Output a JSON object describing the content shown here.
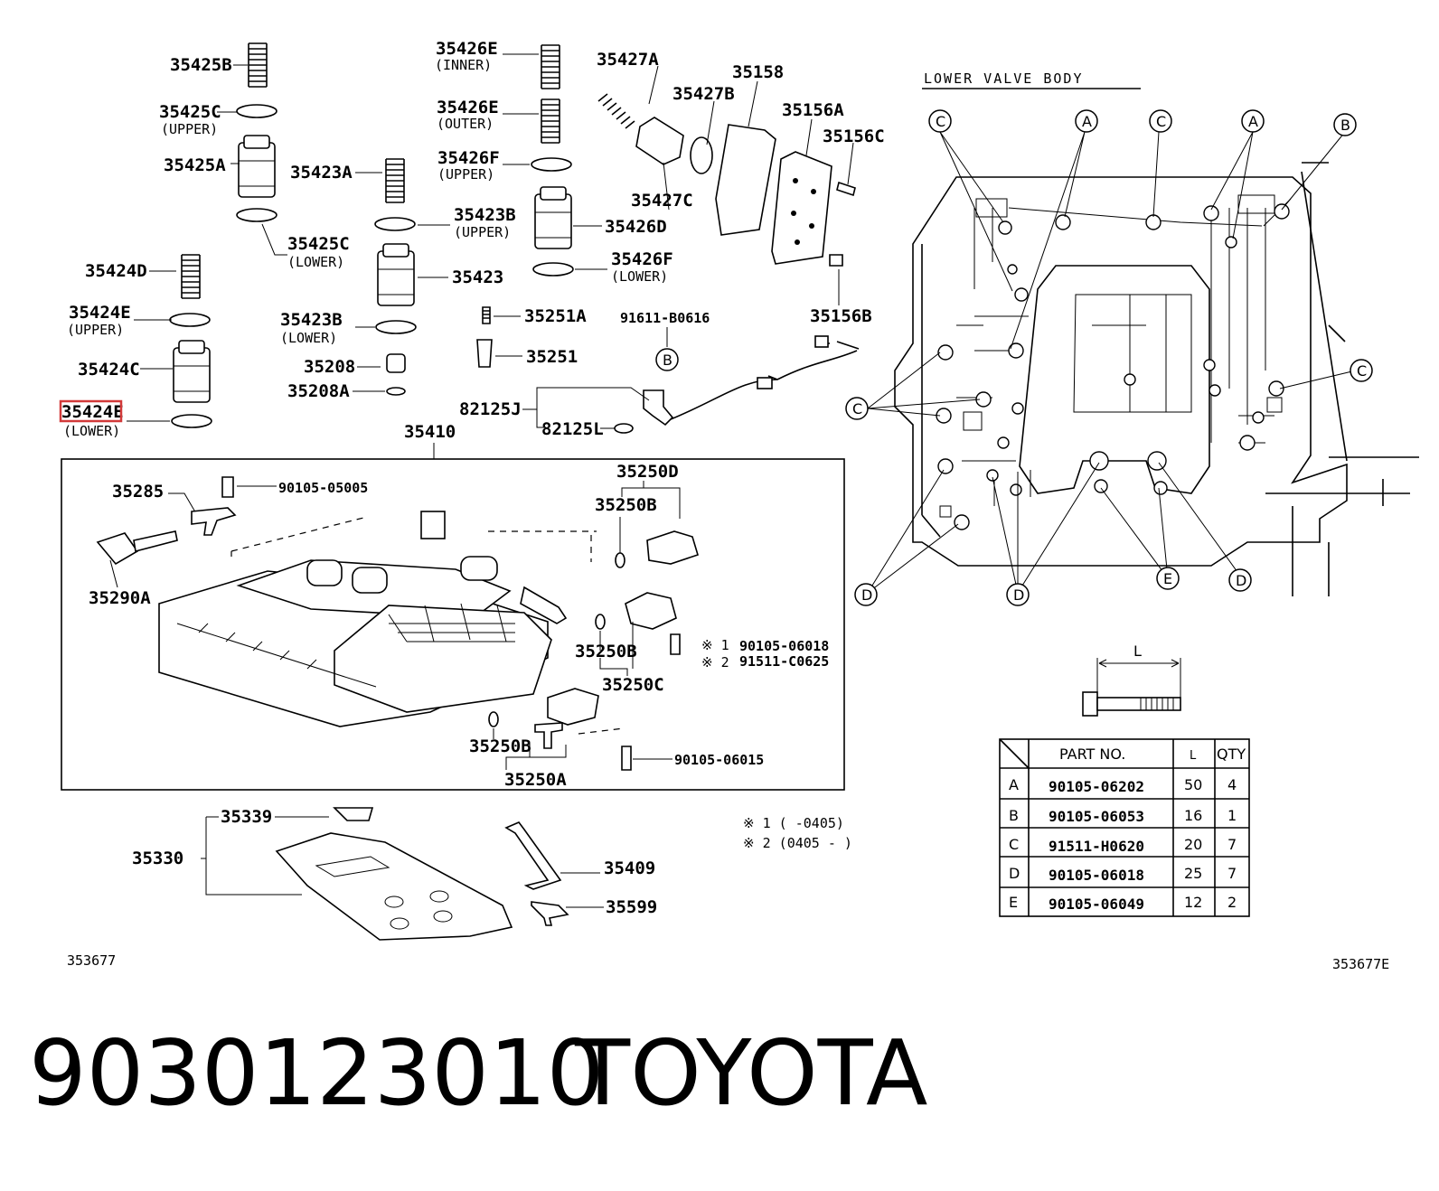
{
  "header": {
    "section_title": "LOWER VALVE BODY"
  },
  "parts": {
    "p35425B": "35425B",
    "p35425C": "35425C",
    "p35425C_sub": "(UPPER)",
    "p35425A": "35425A",
    "p35425C2": "35425C",
    "p35425C2_sub": "(LOWER)",
    "p35424D": "35424D",
    "p35424E": "35424E",
    "p35424E_sub": "(UPPER)",
    "p35424C": "35424C",
    "p35424E2": "35424E",
    "p35424E2_sub": "(LOWER)",
    "p35426E": "35426E",
    "p35426E_sub": "(INNER)",
    "p35426E2": "35426E",
    "p35426E2_sub": "(OUTER)",
    "p35426F": "35426F",
    "p35426F_sub": "(UPPER)",
    "p35423A": "35423A",
    "p35423B": "35423B",
    "p35423B_sub": "(UPPER)",
    "p35426D": "35426D",
    "p35426F2": "35426F",
    "p35426F2_sub": "(LOWER)",
    "p35423": "35423",
    "p35423B2": "35423B",
    "p35423B2_sub": "(LOWER)",
    "p35251A": "35251A",
    "p35251": "35251",
    "p35208": "35208",
    "p35208A": "35208A",
    "p35427A": "35427A",
    "p35427B": "35427B",
    "p35427C": "35427C",
    "p35158": "35158",
    "p35156A": "35156A",
    "p35156C": "35156C",
    "p35156B": "35156B",
    "p91611": "91611-B0616",
    "p82125J": "82125J",
    "p82125L": "82125L",
    "p35410": "35410",
    "p35285": "35285",
    "p90105_05005": "90105-05005",
    "p35250D": "35250D",
    "p35250B_a": "35250B",
    "p35290A": "35290A",
    "p35250B_b": "35250B",
    "p35250C": "35250C",
    "p35250B_c": "35250B",
    "p35250A": "35250A",
    "p90105_06015": "90105-06015",
    "note1_mark": "※ 1",
    "note1_part": "90105-06018",
    "note2_mark": "※ 2",
    "note2_part": "91511-C0625",
    "p35339": "35339",
    "p35330": "35330",
    "p35409": "35409",
    "p35599": "35599"
  },
  "notes": {
    "n1": "※ 1 (        -0405)",
    "n2": "※ 2 (0405 -       )"
  },
  "callouts": {
    "A": "A",
    "B": "B",
    "C": "C",
    "D": "D",
    "E": "E"
  },
  "bolt_dim": "L",
  "bolt_table": {
    "headers": {
      "part": "PART NO.",
      "len": "L",
      "qty": "QTY"
    },
    "rows": [
      {
        "key": "A",
        "part": "90105-06202",
        "len": "50",
        "qty": "4"
      },
      {
        "key": "B",
        "part": "90105-06053",
        "len": "16",
        "qty": "1"
      },
      {
        "key": "C",
        "part": "91511-H0620",
        "len": "20",
        "qty": "7"
      },
      {
        "key": "D",
        "part": "90105-06018",
        "len": "25",
        "qty": "7"
      },
      {
        "key": "E",
        "part": "90105-06049",
        "len": "12",
        "qty": "2"
      }
    ]
  },
  "ref_codes": {
    "left": "353677",
    "right": "353677E"
  },
  "footer": {
    "part_number": "9030123010",
    "brand": "TOYOTA"
  }
}
